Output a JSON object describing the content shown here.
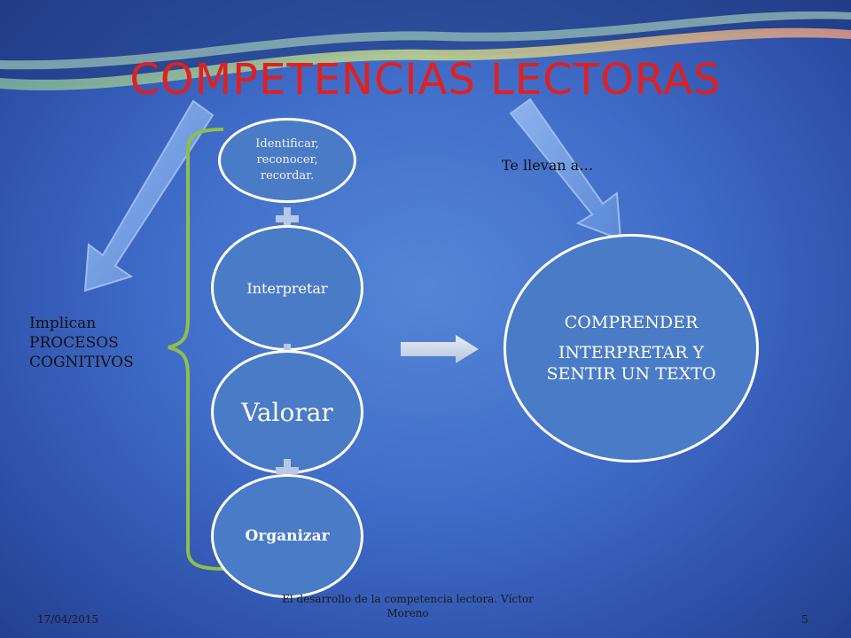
{
  "slide": {
    "title": "COMPETENCIAS  LECTORAS",
    "left_label": "Implican PROCESOS COGNITIVOS",
    "right_label": "Te llevan a…",
    "steps": [
      "Identificar, reconocer, recordar.",
      "Interpretar",
      "Valorar",
      "Organizar"
    ],
    "result": {
      "title": "COMPRENDER",
      "subtitle": "INTERPRETAR Y SENTIR UN TEXTO"
    },
    "footer": {
      "date": "17/04/2015",
      "center": "El desarrollo de la competencia lectora. Víctor Moreno",
      "page": "5"
    }
  },
  "colors": {
    "title": "#e02020",
    "circle_fill": "#4a7bc7",
    "bracket": "#8fbf4a",
    "arrow": "#6f9ee6"
  }
}
